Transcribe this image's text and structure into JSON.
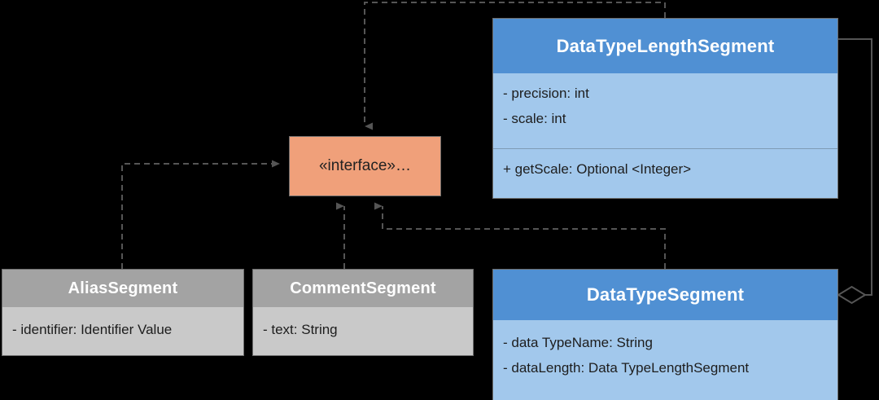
{
  "diagram": {
    "title": "UML class diagram of segment classes",
    "background": "#000000",
    "colors": {
      "class_header_blue": "#5090d3",
      "class_body_blue": "#a2c8ec",
      "class_header_gray": "#a3a3a3",
      "class_body_gray": "#c9c9c9",
      "interface_fill": "#f0a07a",
      "edge_stroke": "#555555",
      "border": "#6e6e6e"
    },
    "classes": [
      {
        "id": "data-type-length-segment",
        "name": "DataTypeLengthSegment",
        "theme": "blue",
        "attributes": [
          "- precision: int",
          "- scale: int"
        ],
        "operations": [
          "+ getScale: Optional <Integer>"
        ]
      },
      {
        "id": "alias-segment",
        "name": "AliasSegment",
        "theme": "gray",
        "attributes": [
          "- identifier: Identifier Value"
        ],
        "operations": []
      },
      {
        "id": "comment-segment",
        "name": "CommentSegment",
        "theme": "gray",
        "attributes": [
          "- text: String"
        ],
        "operations": []
      },
      {
        "id": "data-type-segment",
        "name": "DataTypeSegment",
        "theme": "blue",
        "attributes": [
          "- data TypeName: String",
          "- dataLength: Data TypeLengthSegment"
        ],
        "operations": []
      }
    ],
    "interface": {
      "id": "interface-node",
      "label": "«interface»…",
      "stereotype": "«interface»",
      "ellipsis": "…"
    },
    "relationships": [
      {
        "id": "realization-datatypelengthsegment-to-interface",
        "type": "realization",
        "line": "dashed",
        "arrow": "closed-triangle",
        "from": "DataTypeLengthSegment",
        "to": "«interface»…"
      },
      {
        "id": "realization-aliassegment-to-interface",
        "type": "realization",
        "line": "dashed",
        "arrow": "closed-triangle",
        "from": "AliasSegment",
        "to": "«interface»…"
      },
      {
        "id": "realization-commentsegment-to-interface",
        "type": "realization",
        "line": "dashed",
        "arrow": "closed-triangle",
        "from": "CommentSegment",
        "to": "«interface»…"
      },
      {
        "id": "realization-datatypesegment-to-interface",
        "type": "realization",
        "line": "dashed",
        "arrow": "closed-triangle",
        "from": "DataTypeSegment",
        "to": "«interface»…"
      },
      {
        "id": "aggregation-datatypesegment-to-datatypelengthsegment",
        "type": "aggregation",
        "line": "solid",
        "arrow": "hollow-diamond",
        "from": "DataTypeSegment",
        "to": "DataTypeLengthSegment"
      }
    ]
  }
}
